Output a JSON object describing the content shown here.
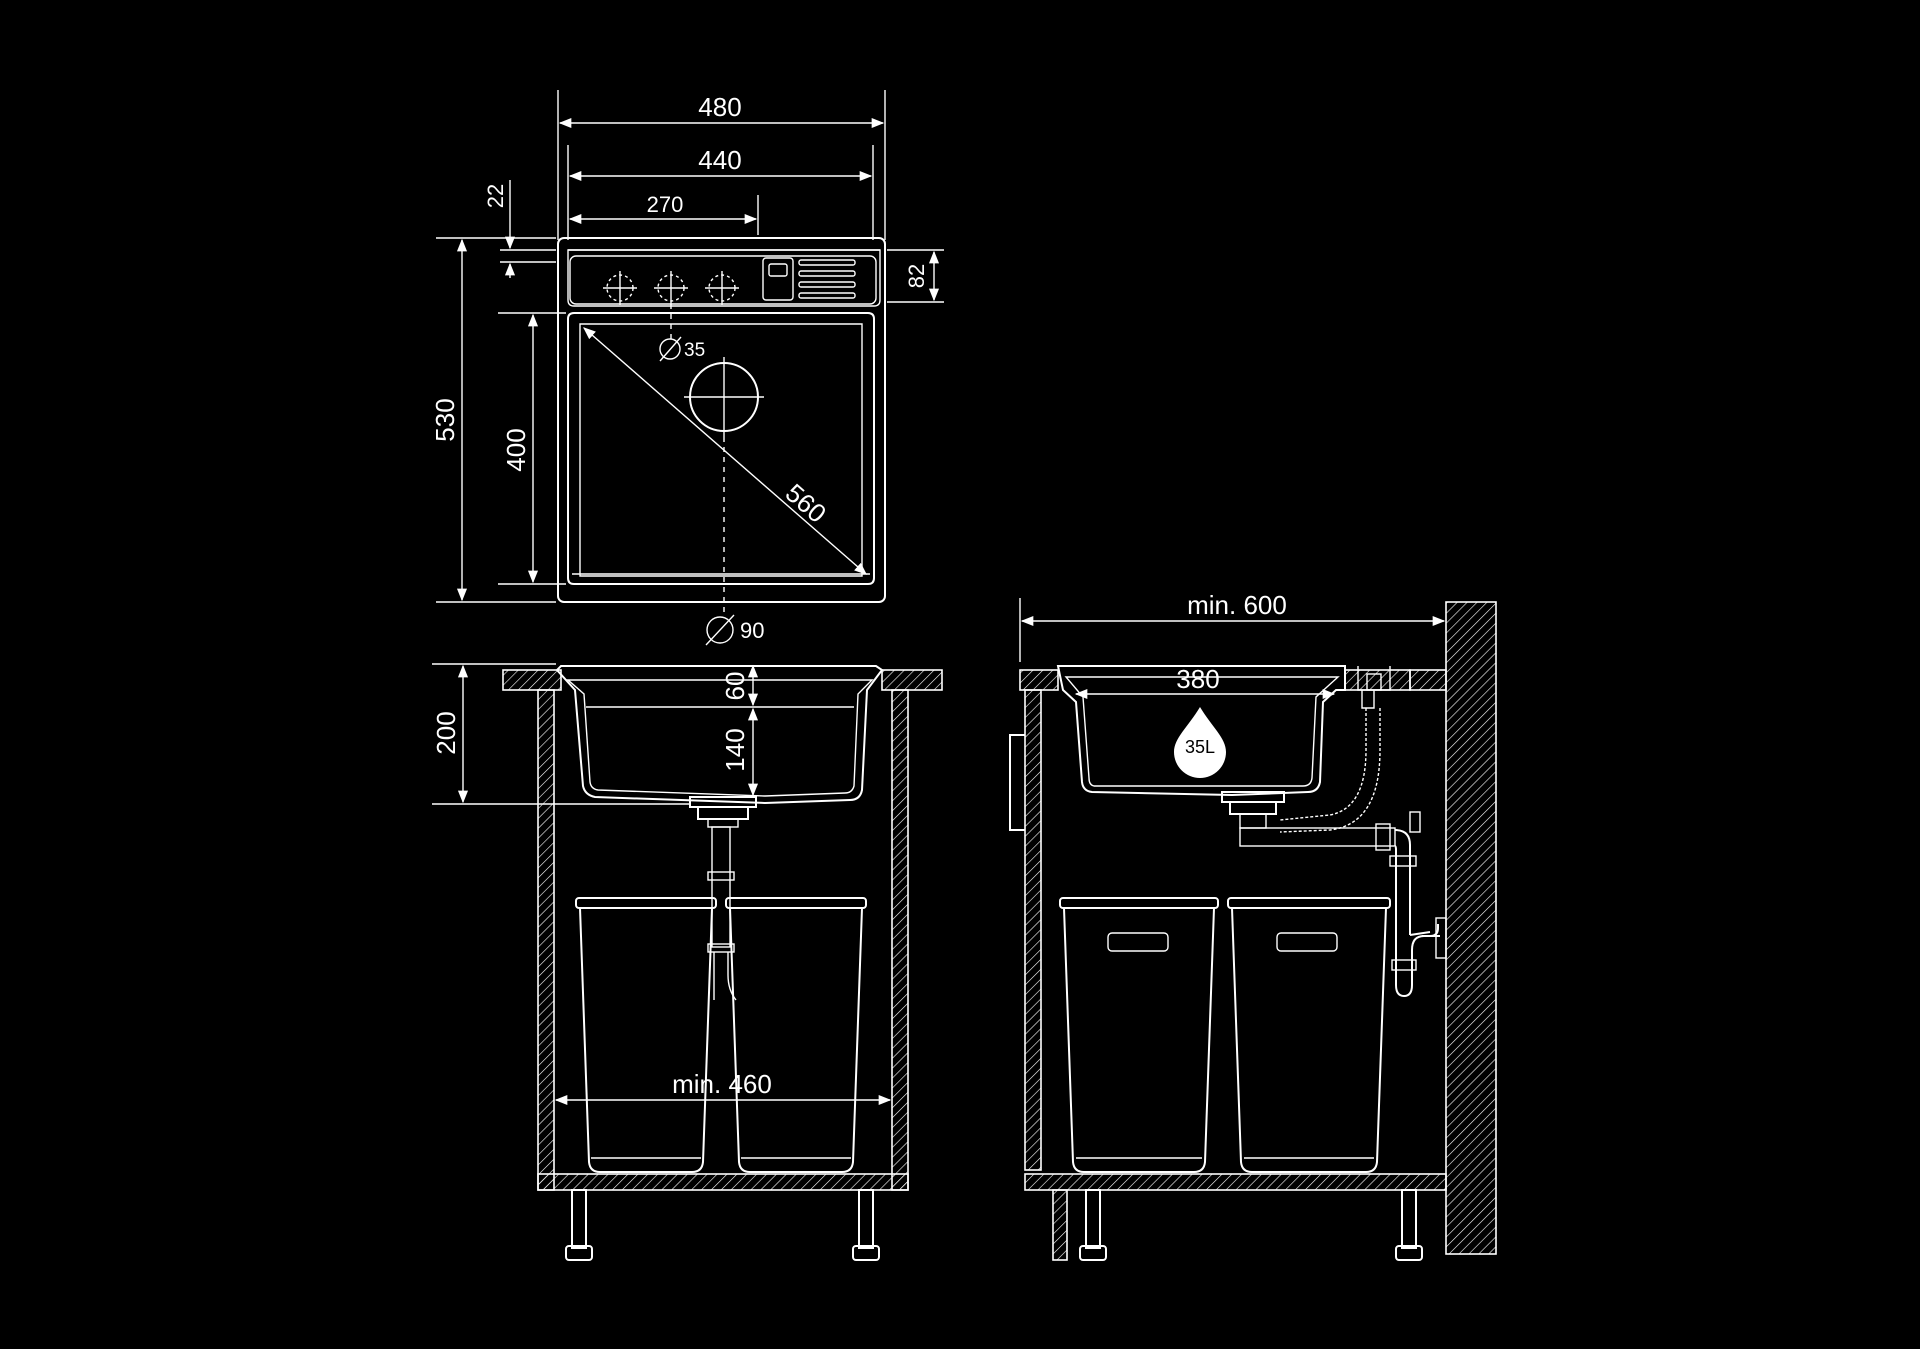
{
  "dimensions": {
    "width_outer": "480",
    "width_inner": "440",
    "tap_offset": "270",
    "rim_top": "22",
    "deck_depth": "82",
    "height_outer": "530",
    "bowl_length": "400",
    "diagonal": "560",
    "tap_hole": "35",
    "drain_hole": "90",
    "install_height": "200",
    "rim_depth": "60",
    "bowl_depth": "140",
    "cabinet_min_front": "min. 460",
    "cabinet_min_side": "min. 600",
    "bowl_width_side": "380"
  },
  "capacity": "35L",
  "colors": {
    "background": "#000000",
    "lines": "#ffffff"
  }
}
